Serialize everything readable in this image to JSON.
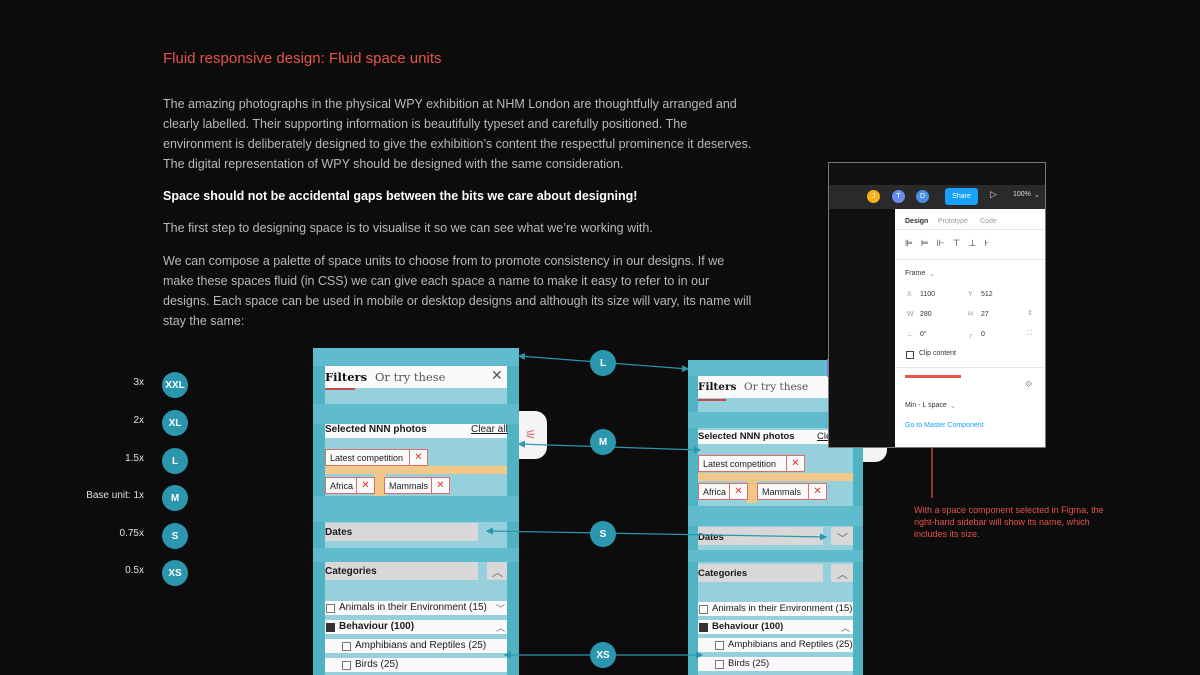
{
  "article": {
    "title": "Fluid responsive design: Fluid space units",
    "p1": "The amazing photographs in the physical WPY exhibition at NHM London are thoughtfully arranged and clearly labelled. Their supporting information is beautifully typeset and carefully positioned. The environment is deliberately designed to give the exhibition’s content the respectful prominence it deserves. The digital representation of WPY should be designed with the same consideration.",
    "p2": "Space should not be accidental gaps between the bits we care about designing!",
    "p3": "The first step to designing space is to visualise it so we can see what we’re working with.",
    "p4": "We can compose a palette of space units to choose from to promote consistency in our designs. If we make these spaces fluid (in CSS) we can give each space a name to make it easy to refer to in our designs. Each space can be used in mobile or desktop designs and although its size will vary, its name will stay the same:"
  },
  "scale": [
    {
      "multiplier": "3x",
      "name": "XXL"
    },
    {
      "multiplier": "2x",
      "name": "XL"
    },
    {
      "multiplier": "1.5x",
      "name": "L"
    },
    {
      "multiplier": "Base unit: 1x",
      "name": "M"
    },
    {
      "multiplier": "0.75x",
      "name": "S"
    },
    {
      "multiplier": "0.5x",
      "name": "XS"
    }
  ],
  "markers": {
    "l": "L",
    "m": "M",
    "s": "S",
    "xs": "XS"
  },
  "filters": {
    "heading": "Filters",
    "alt": "Or try these",
    "selected": "Selected NNN photos",
    "clear": "Clear all",
    "chip_latest": "Latest competition",
    "chip_africa": "Africa",
    "chip_mammals": "Mammals",
    "dates": "Dates",
    "categories": "Categories",
    "animals": "Animals in their Environment (15)",
    "behaviour": "Behaviour (100)",
    "amphibians": "Amphibians and Reptiles (25)",
    "birds": "Birds (25)"
  },
  "figma": {
    "avatars": [
      "J",
      "T",
      "D"
    ],
    "share": "Share",
    "zoom": "100%",
    "tabs": [
      "Design",
      "Prototype",
      "Code"
    ],
    "frame": "Frame",
    "x_label": "X",
    "x_val": "1100",
    "y_label": "Y",
    "y_val": "512",
    "w_label": "W",
    "w_val": "280",
    "h_label": "H",
    "h_val": "27",
    "rot_val": "0°",
    "radius_val": "0",
    "clip": "Clip content",
    "component": "Min - L space",
    "master": "Go to Master Component"
  },
  "annotation": "With a space component selected in Figma, the right-hand sidebar will show its name, which includes its size.",
  "colors": {
    "accent_red": "#e5534b",
    "teal": "#2b96ad",
    "share_blue": "#18a0fb"
  }
}
